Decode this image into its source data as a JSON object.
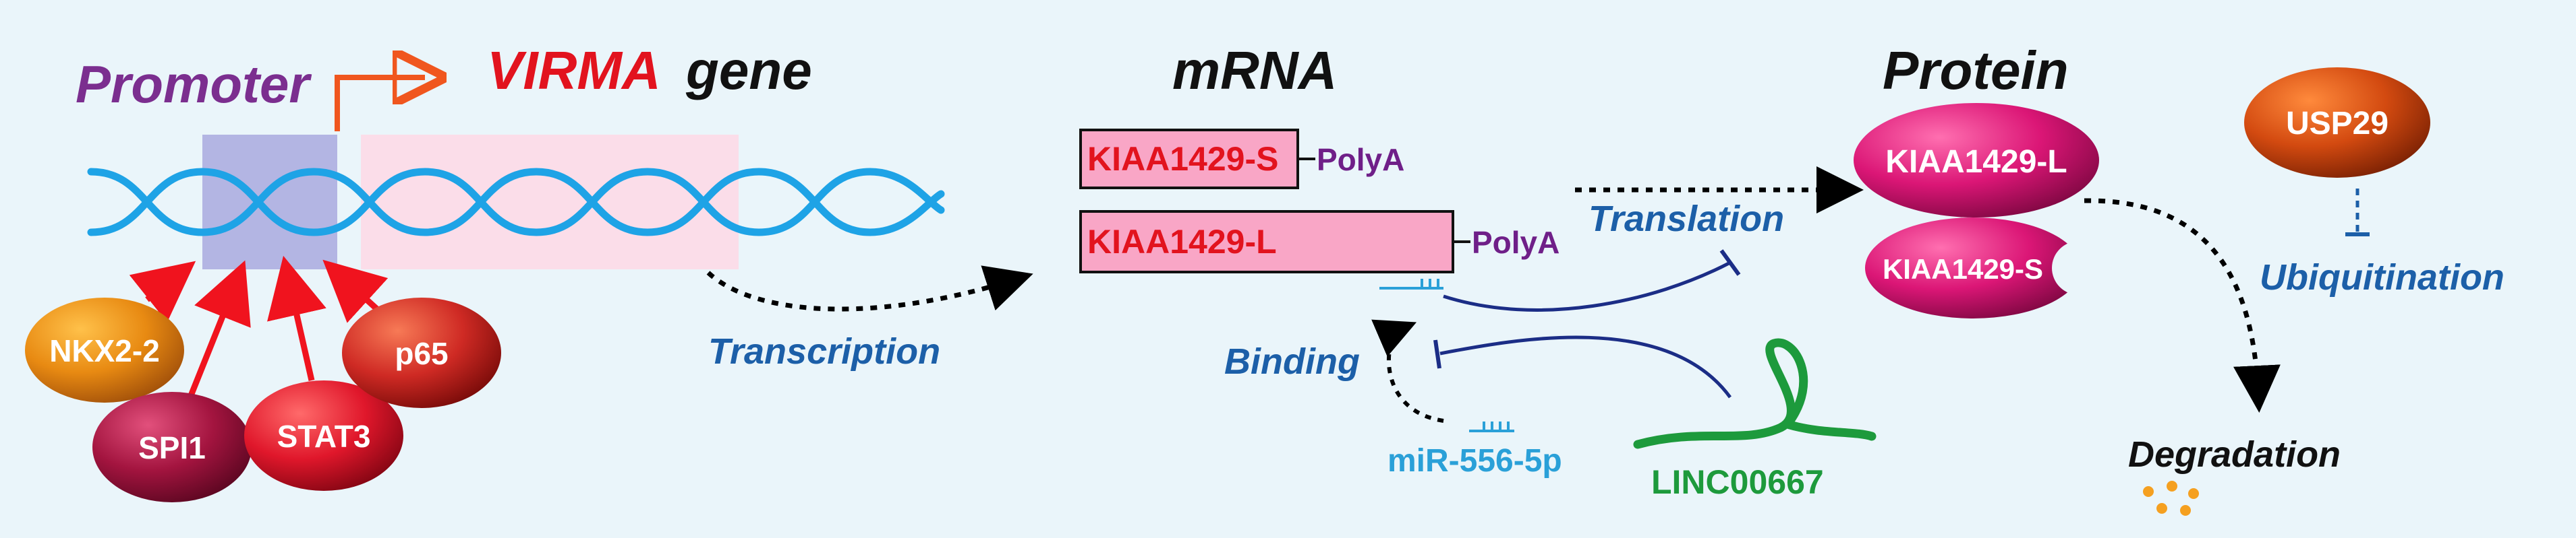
{
  "labels": {
    "promoter": "Promoter",
    "gene_name": "VIRMA",
    "gene_word": "gene",
    "mrna": "mRNA",
    "protein": "Protein",
    "transcription": "Transcription",
    "translation": "Translation",
    "binding": "Binding",
    "ubiquitination": "Ubiquitination",
    "degradation": "Degradation"
  },
  "transcription_factors": [
    {
      "id": "nkx22",
      "label": "NKX2-2"
    },
    {
      "id": "spi1",
      "label": "SPI1"
    },
    {
      "id": "stat3",
      "label": "STAT3"
    },
    {
      "id": "p65",
      "label": "p65"
    }
  ],
  "mrna": {
    "short": {
      "label": "KIAA1429-S",
      "tail": "PolyA"
    },
    "long": {
      "label": "KIAA1429-L",
      "tail": "PolyA"
    }
  },
  "proteins": {
    "long": "KIAA1429-L",
    "short": "KIAA1429-S",
    "enzyme": "USP29"
  },
  "rnas": {
    "mirna": "miR-556-5p",
    "lncrna": "LINC00667"
  },
  "colors": {
    "background": "#eaf5fa",
    "promoter_text": "#7b2e8f",
    "gene_red": "#e2131e",
    "dna_blue": "#1ea3e6",
    "promoter_box": "#a9a9de",
    "gene_region": "#fbdde9",
    "mrna_box": "#f9a6c6",
    "process_blue": "#1c5fa8",
    "polya_purple": "#6f1f88",
    "mirna_blue": "#2aa0d8",
    "lnc_green": "#1d9a3c",
    "inhibit_navy": "#1b2d86",
    "arrow_red": "#f0131e",
    "tss_orange": "#f0561e",
    "dot_orange": "#f5a020"
  }
}
